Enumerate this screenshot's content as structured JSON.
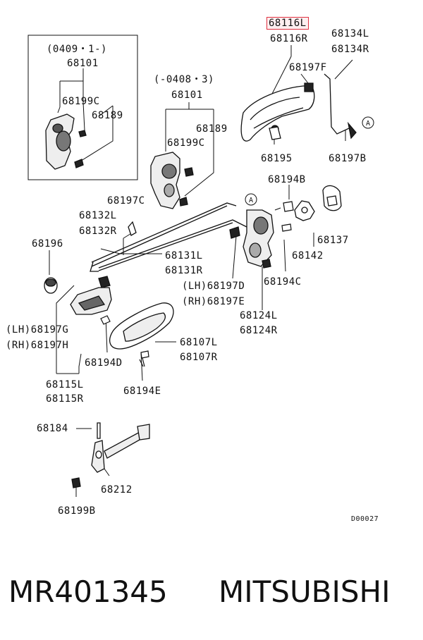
{
  "diagram": {
    "highlight_label": "68116L",
    "labels": {
      "p_68116r": "68116R",
      "p_68134l": "68134L",
      "p_68134r": "68134R",
      "p_68197f": "68197F",
      "p_68195": "68195",
      "p_68197b": "68197B",
      "marker_a_top": "A",
      "box_date_new": "(0409・1-)",
      "box_68101_new": "68101",
      "box_68199c_new": "68199C",
      "box_68189_new": "68189",
      "date_old": "(-0408・3)",
      "p_68101_old": "68101",
      "p_68189_old": "68189",
      "p_68199c_old": "68199C",
      "p_68194b": "68194B",
      "p_68197c": "68197C",
      "marker_a_mid": "A",
      "p_68132l": "68132L",
      "p_68132r": "68132R",
      "p_68137": "68137",
      "p_68196": "68196",
      "p_68142": "68142",
      "p_68131l": "68131L",
      "p_68131r": "68131R",
      "p_68194c": "68194C",
      "p_68197d": "(LH)68197D",
      "p_68197e": "(RH)68197E",
      "p_68124l": "68124L",
      "p_68124r": "68124R",
      "p_68197g": "(LH)68197G",
      "p_68197h": "(RH)68197H",
      "p_68107l": "68107L",
      "p_68107r": "68107R",
      "p_68194d": "68194D",
      "p_68194e": "68194E",
      "p_68115l": "68115L",
      "p_68115r": "68115R",
      "p_68184": "68184",
      "p_68212": "68212",
      "p_68199b": "68199B",
      "diagram_code": "D00027"
    }
  },
  "footer": {
    "part_number": "MR401345",
    "brand": "MITSUBISHI"
  },
  "colors": {
    "ink": "#111111",
    "highlight": "#e03040"
  }
}
